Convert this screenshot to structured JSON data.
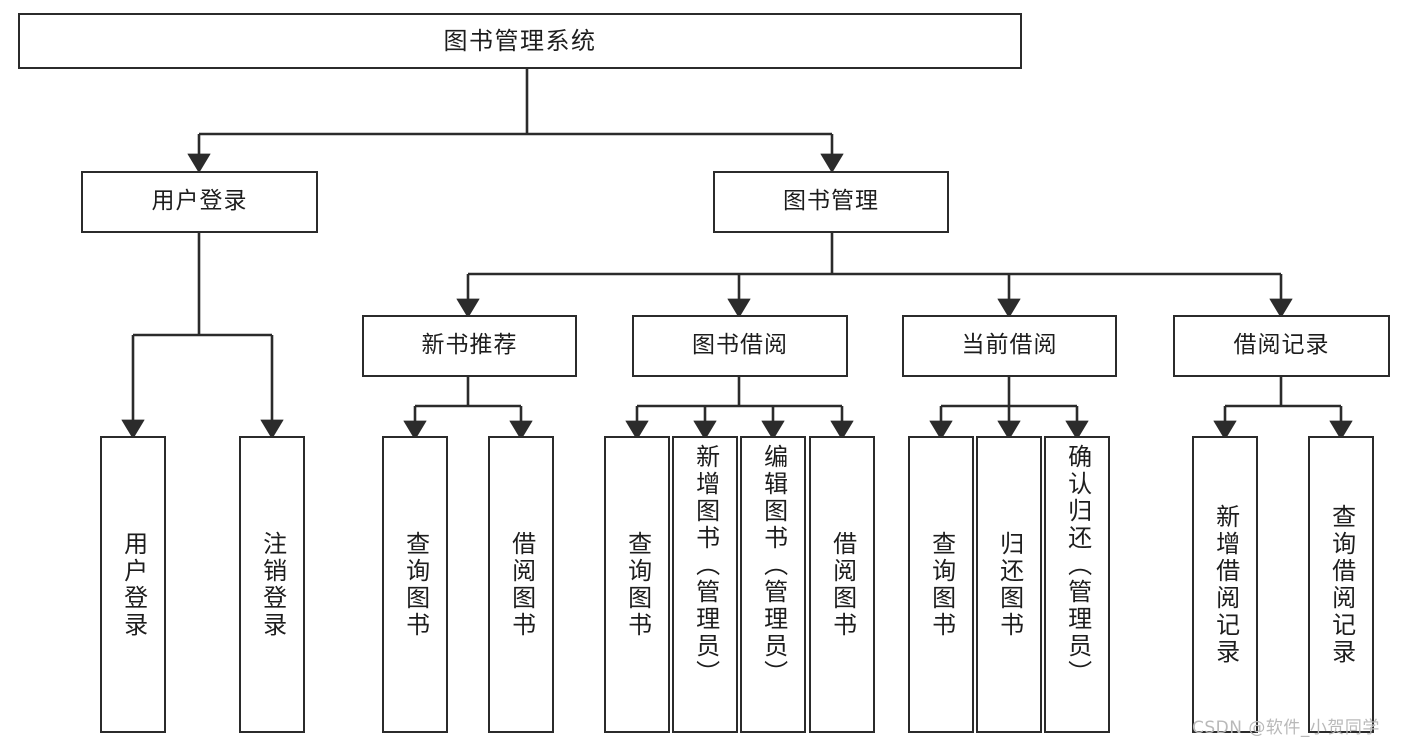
{
  "diagram": {
    "title": "图书管理系统",
    "type": "tree-hierarchy-chart",
    "watermark": "CSDN @软件_小贺同学",
    "colors": {
      "background": "#ffffff",
      "box_border": "#2b2b2b",
      "box_fill": "#ffffff",
      "edge": "#2b2b2b",
      "text": "#1d1d1d",
      "watermark": "#b9b9b9"
    },
    "levels": {
      "root": "图书管理系统",
      "tier2": [
        "用户登录",
        "图书管理"
      ],
      "tier3": [
        "新书推荐",
        "图书借阅",
        "当前借阅",
        "借阅记录"
      ]
    },
    "nodes": {
      "root": {
        "label": "图书管理系统"
      },
      "user_login": {
        "label": "用户登录"
      },
      "book_manage": {
        "label": "图书管理"
      },
      "new_book_rec": {
        "label": "新书推荐"
      },
      "book_borrow": {
        "label": "图书借阅"
      },
      "current_borrow": {
        "label": "当前借阅"
      },
      "borrow_record": {
        "label": "借阅记录"
      },
      "leaf_user_login": {
        "label": "用户登录"
      },
      "leaf_logout": {
        "label": "注销登录"
      },
      "leaf_query_book_1": {
        "label": "查询图书"
      },
      "leaf_borrow_book_1": {
        "label": "借阅图书"
      },
      "leaf_query_book_2": {
        "label": "查询图书"
      },
      "leaf_add_book": {
        "label": "新增图书（管理员）"
      },
      "leaf_edit_book": {
        "label": "编辑图书（管理员）"
      },
      "leaf_borrow_book_2": {
        "label": "借阅图书"
      },
      "leaf_query_book_3": {
        "label": "查询图书"
      },
      "leaf_return_book": {
        "label": "归还图书"
      },
      "leaf_confirm_return": {
        "label": "确认归还（管理员）"
      },
      "leaf_add_record": {
        "label": "新增借阅记录"
      },
      "leaf_query_record": {
        "label": "查询借阅记录"
      }
    }
  }
}
